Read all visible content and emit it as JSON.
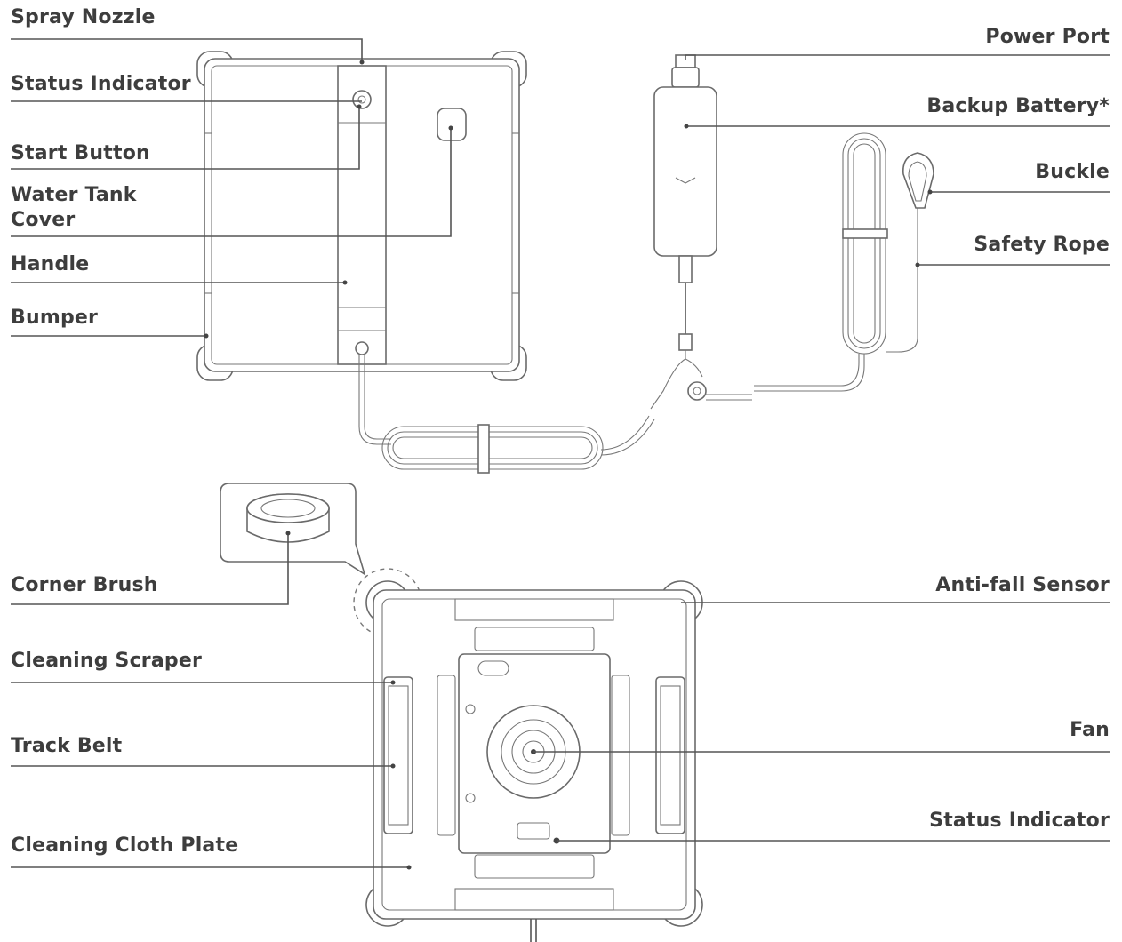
{
  "labels": {
    "spray_nozzle": "Spray Nozzle",
    "status_indicator_top": "Status Indicator",
    "start_button": "Start Button",
    "water_tank_cover": "Water Tank Cover",
    "handle": "Handle",
    "bumper": "Bumper",
    "power_port": "Power Port",
    "backup_battery": "Backup Battery*",
    "buckle": "Buckle",
    "safety_rope": "Safety Rope",
    "corner_brush": "Corner Brush",
    "cleaning_scraper": "Cleaning Scraper",
    "track_belt": "Track Belt",
    "cleaning_cloth_plate": "Cleaning Cloth Plate",
    "anti_fall_sensor": "Anti-fall Sensor",
    "fan": "Fan",
    "status_indicator_bottom": "Status Indicator"
  },
  "colors": {
    "text": "#3d3d3d",
    "lines": "#555555"
  }
}
